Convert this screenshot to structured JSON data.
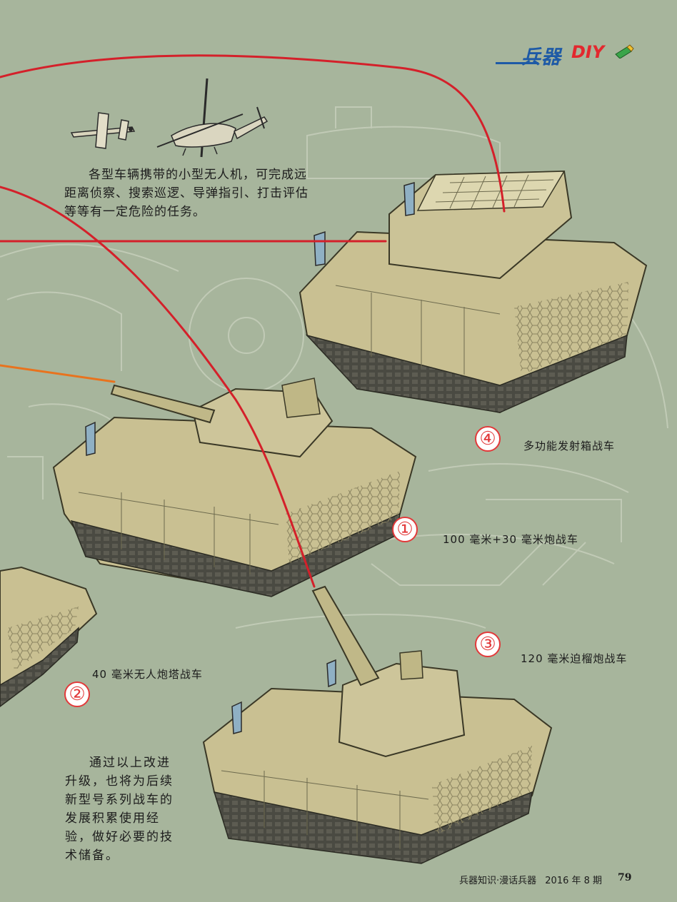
{
  "logo": {
    "main": "兵器",
    "accent": "DIY"
  },
  "intro_text": "各型车辆携带的小型无人机，可完成远距离侦察、搜索巡逻、导弹指引、打击评估等等有一定危险的任务。",
  "outro_text": "通过以上改进升级，也将为后续新型号系列战车的发展积累使用经验，做好必要的技术储备。",
  "vehicles": [
    {
      "badge": "①",
      "label": "100 毫米+30 毫米炮战车"
    },
    {
      "badge": "②",
      "label": "40 毫米无人炮塔战车"
    },
    {
      "badge": "③",
      "label": "120 毫米迫榴炮战车"
    },
    {
      "badge": "④",
      "label": "多功能发射箱战车"
    }
  ],
  "footer": {
    "magazine": "兵器知识·漫话兵器",
    "issue": "2016 年 8 期",
    "page_number": "79"
  },
  "colors": {
    "background": "#a7b59c",
    "vehicle_body": "#c9c092",
    "vehicle_dark": "#6d6a4e",
    "track": "#4a4a42",
    "red_line": "#d4202a",
    "orange_line": "#e8731e",
    "badge": "#e2393a",
    "logo_blue": "#1e5aa6",
    "logo_red": "#e3282e"
  },
  "icons": [
    "uav-drone-icon",
    "unmanned-helicopter-icon",
    "pencil-icon"
  ]
}
